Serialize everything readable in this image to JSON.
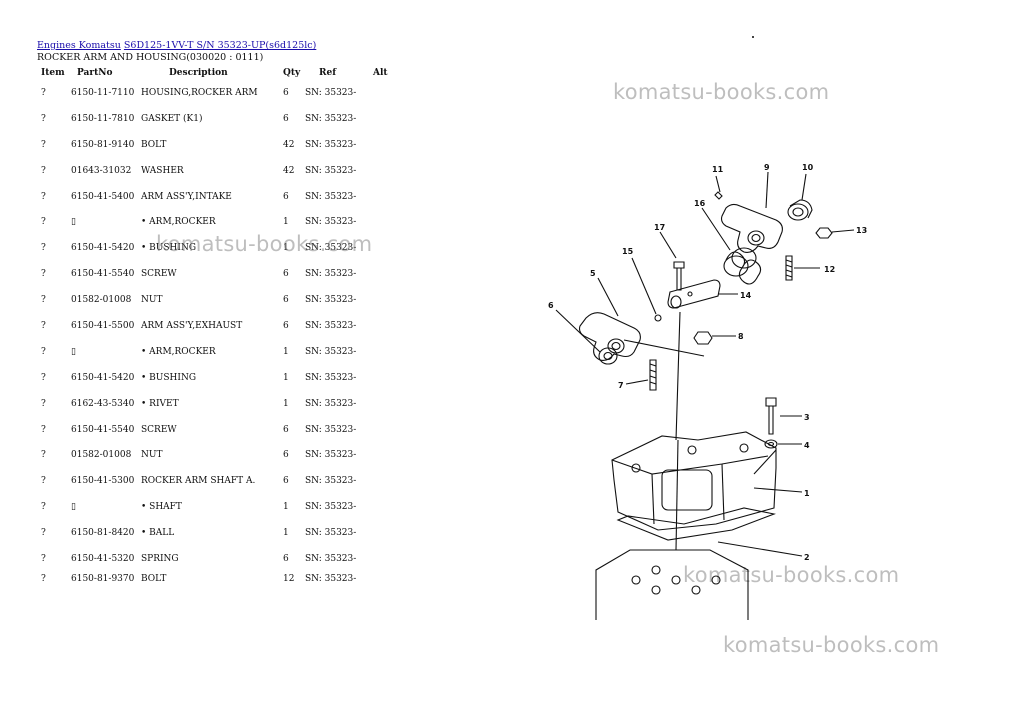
{
  "breadcrumb": {
    "engines_link": "Engines Komatsu",
    "model_link": "S6D125-1VV-T S/N 35323-UP(s6d125lc)"
  },
  "section_title": "ROCKER ARM AND HOUSING(030020 : 0111)",
  "table": {
    "headers": [
      "Item",
      "PartNo",
      "Description",
      "Qty",
      "Ref",
      "Alt"
    ],
    "rows": [
      {
        "item": "?",
        "part": "6150-11-7110",
        "desc": "HOUSING,ROCKER ARM",
        "qty": "6",
        "ref": "SN: 35323-"
      },
      {
        "item": "?",
        "part": "6150-11-7810",
        "desc": "GASKET (K1)",
        "qty": "6",
        "ref": "SN: 35323-"
      },
      {
        "item": "?",
        "part": "6150-81-9140",
        "desc": "BOLT",
        "qty": "42",
        "ref": "SN: 35323-"
      },
      {
        "item": "?",
        "part": "01643-31032",
        "desc": "WASHER",
        "qty": "42",
        "ref": "SN: 35323-"
      },
      {
        "item": "?",
        "part": "6150-41-5400",
        "desc": "ARM ASS'Y,INTAKE",
        "qty": "6",
        "ref": "SN: 35323-"
      },
      {
        "item": "?",
        "part": "",
        "desc": "• ARM,ROCKER",
        "qty": "1",
        "ref": "SN: 35323-"
      },
      {
        "item": "?",
        "part": "6150-41-5420",
        "desc": "• BUSHING",
        "qty": "1",
        "ref": "SN: 35323-"
      },
      {
        "item": "?",
        "part": "6150-41-5540",
        "desc": "SCREW",
        "qty": "6",
        "ref": "SN: 35323-"
      },
      {
        "item": "?",
        "part": "01582-01008",
        "desc": "NUT",
        "qty": "6",
        "ref": "SN: 35323-"
      },
      {
        "item": "?",
        "part": "6150-41-5500",
        "desc": "ARM ASS'Y,EXHAUST",
        "qty": "6",
        "ref": "SN: 35323-"
      },
      {
        "item": "?",
        "part": "",
        "desc": "• ARM,ROCKER",
        "qty": "1",
        "ref": "SN: 35323-"
      },
      {
        "item": "?",
        "part": "6150-41-5420",
        "desc": "• BUSHING",
        "qty": "1",
        "ref": "SN: 35323-"
      },
      {
        "item": "?",
        "part": "6162-43-5340",
        "desc": "• RIVET",
        "qty": "1",
        "ref": "SN: 35323-"
      },
      {
        "item": "?",
        "part": "6150-41-5540",
        "desc": "SCREW",
        "qty": "6",
        "ref": "SN: 35323-"
      },
      {
        "item": "?",
        "part": "01582-01008",
        "desc": "NUT",
        "qty": "6",
        "ref": "SN: 35323-"
      },
      {
        "item": "?",
        "part": "6150-41-5300",
        "desc": "ROCKER ARM SHAFT A.",
        "qty": "6",
        "ref": "SN: 35323-"
      },
      {
        "item": "?",
        "part": "",
        "desc": "• SHAFT",
        "qty": "1",
        "ref": "SN: 35323-"
      },
      {
        "item": "?",
        "part": "6150-81-8420",
        "desc": "• BALL",
        "qty": "1",
        "ref": "SN: 35323-"
      },
      {
        "item": "?",
        "part": "6150-41-5320",
        "desc": "SPRING",
        "qty": "6",
        "ref": "SN: 35323-"
      },
      {
        "item": "?",
        "part": "6150-81-9370",
        "desc": "BOLT",
        "qty": "12",
        "ref": "SN: 35323-"
      }
    ]
  },
  "watermarks": [
    "komatsu-books.com",
    "komatsu-books.com",
    "komatsu-books.com",
    "komatsu-books.com"
  ],
  "callouts": [
    "1",
    "2",
    "3",
    "4",
    "5",
    "6",
    "7",
    "8",
    "9",
    "10",
    "11",
    "12",
    "13",
    "14",
    "15",
    "16",
    "17"
  ]
}
